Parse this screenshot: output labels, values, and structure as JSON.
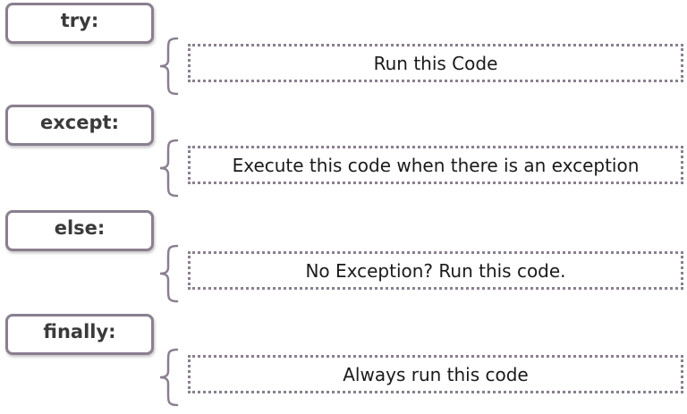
{
  "blocks": [
    {
      "keyword": "try:",
      "action": "Run this Code"
    },
    {
      "keyword": "except:",
      "action": "Execute this code when there is an exception"
    },
    {
      "keyword": "else:",
      "action": "No Exception? Run this code."
    },
    {
      "keyword": "finally:",
      "action": "Always run this code"
    }
  ],
  "colors": {
    "border": "#8a7f8f",
    "keyword_text": "#3a3a3a",
    "action_text": "#1a1a1a"
  }
}
